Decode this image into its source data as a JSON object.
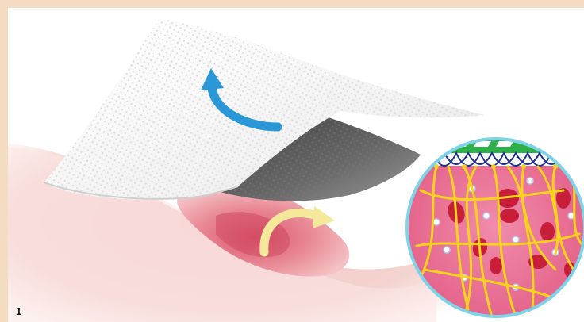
{
  "figure": {
    "number": "1"
  },
  "colors": {
    "frame_background": "#f3dcc2",
    "skin": "#f0c7c2",
    "wound": "#e8818f",
    "dressing_top": "#ffffff",
    "dressing_underside": "#5a5a5a",
    "arrow_blue": "#2a97d6",
    "arrow_yellow": "#f4e99a",
    "fibrin_fibers": "#f7d31c",
    "mesh_green": "#2eb04a",
    "loops_navy": "#1f2f8c",
    "red_blood_cells": "#c81e3a",
    "tissue_pink": "#ec6f93",
    "circle_border": "#7fd3e6"
  },
  "icons": [
    "blue-curved-arrow",
    "yellow-curved-arrow"
  ]
}
